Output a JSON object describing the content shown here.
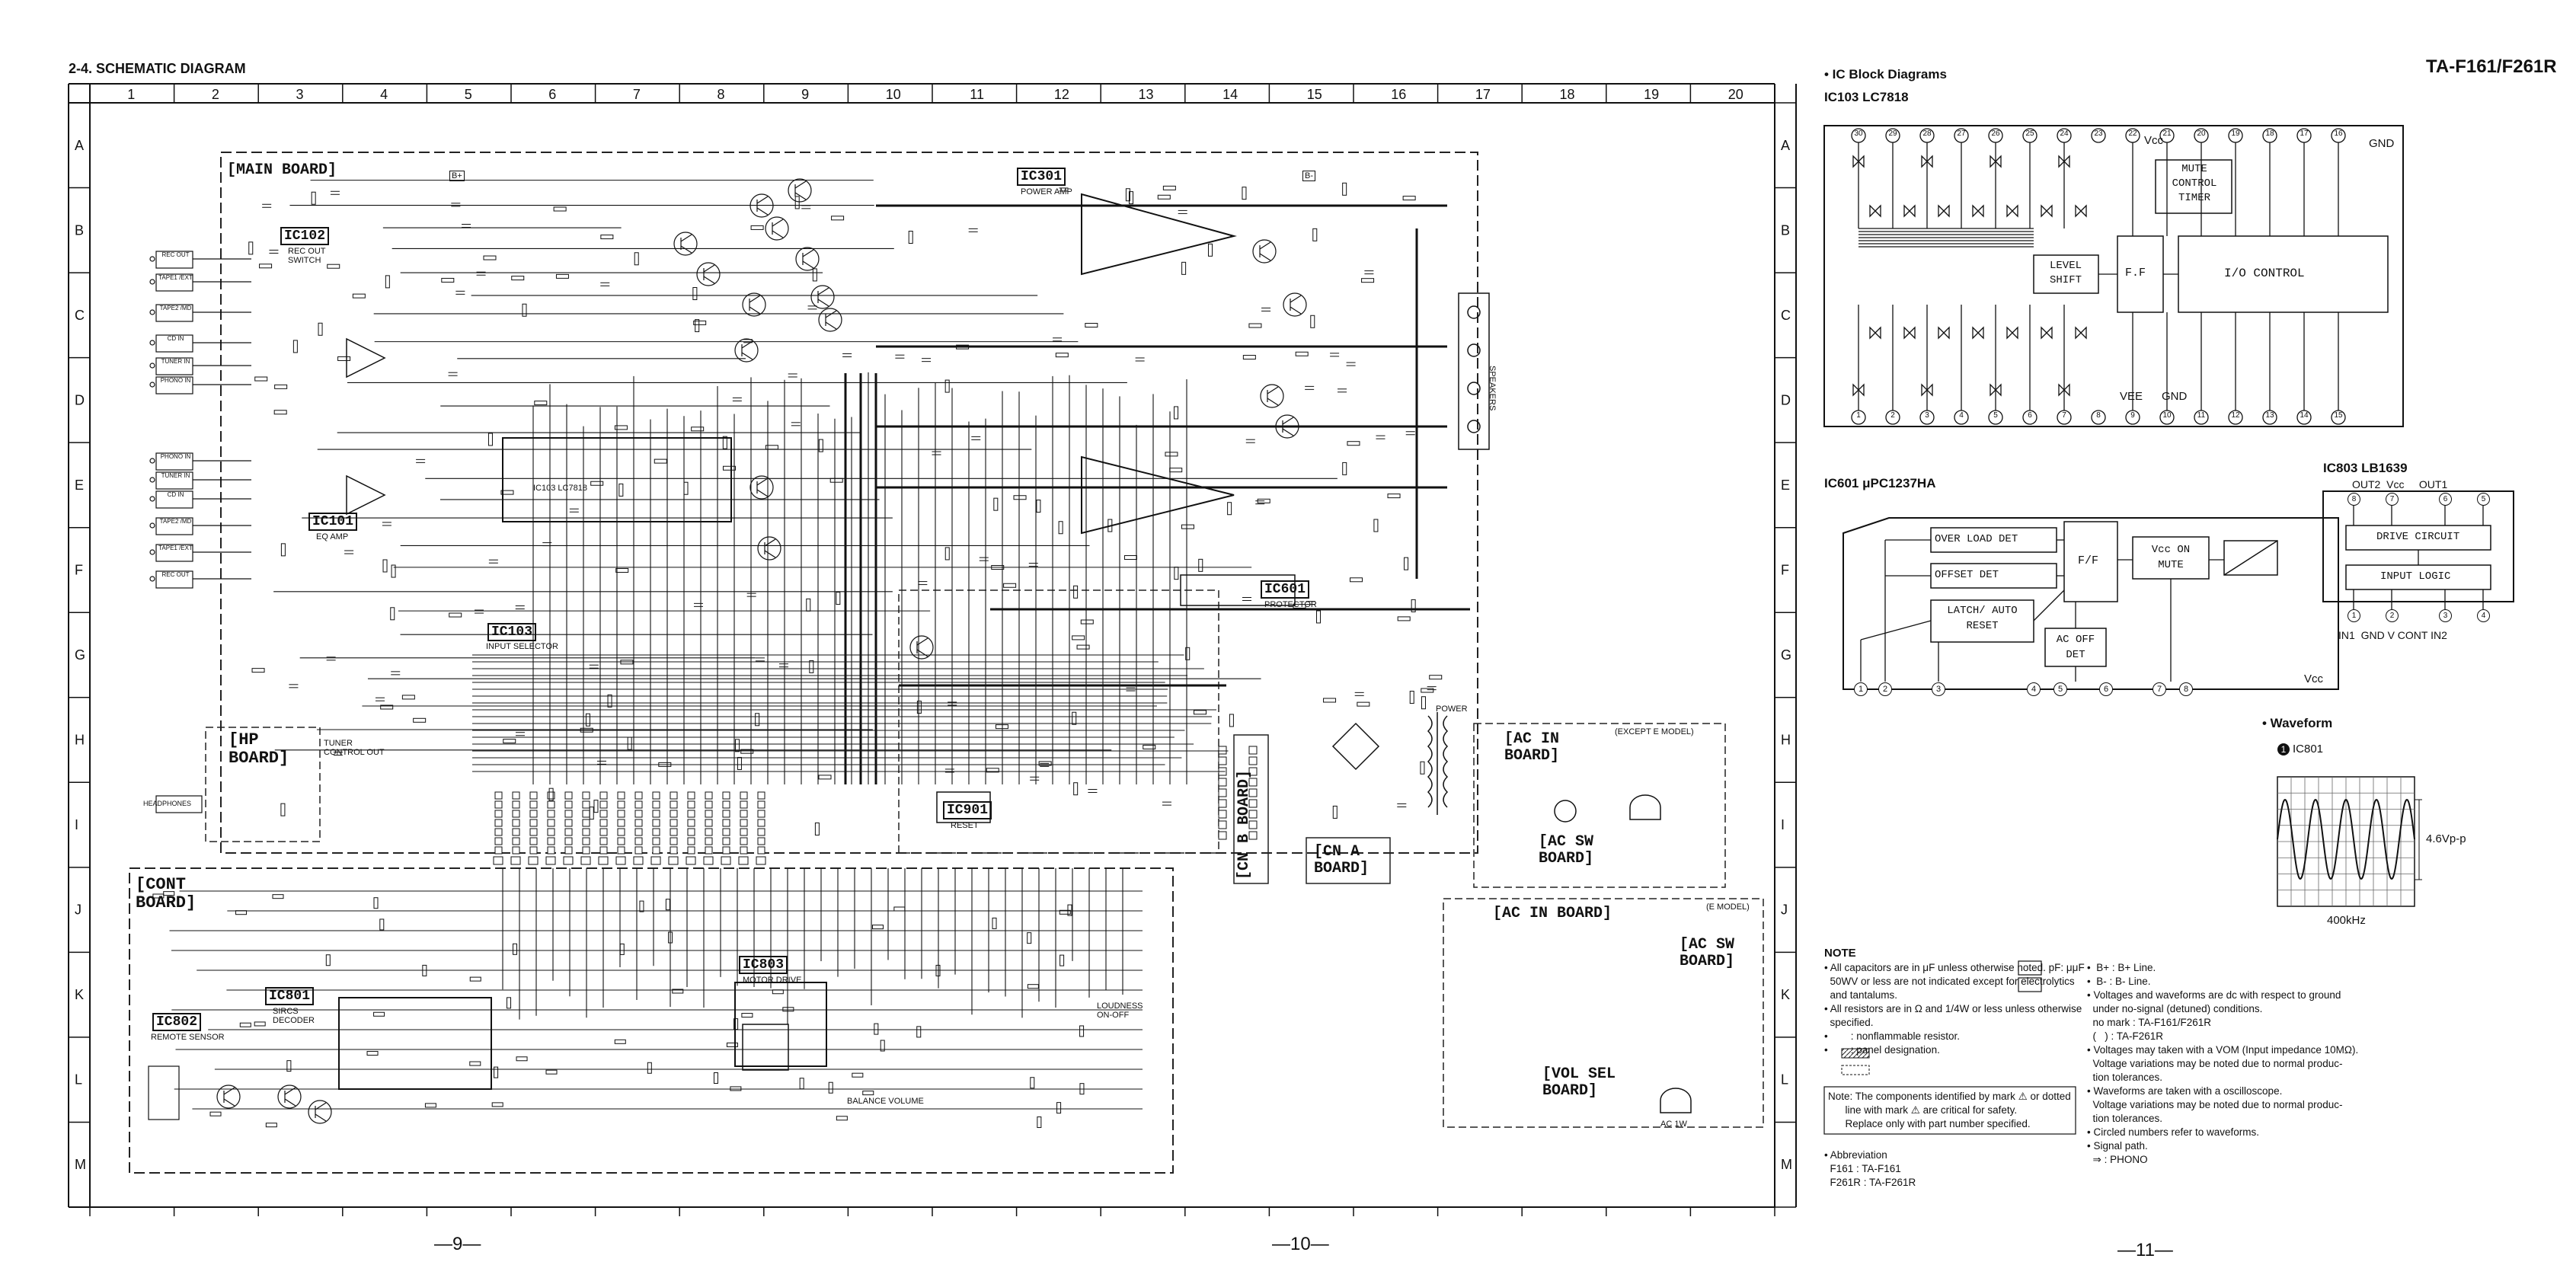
{
  "header": {
    "section": "2-4.  SCHEMATIC DIAGRAM",
    "model": "TA-F161/F261R"
  },
  "grid": {
    "columns": [
      "1",
      "2",
      "3",
      "4",
      "5",
      "6",
      "7",
      "8",
      "9",
      "10",
      "11",
      "12",
      "13",
      "14",
      "15",
      "16",
      "17",
      "18",
      "19",
      "20"
    ],
    "rows": [
      "A",
      "B",
      "C",
      "D",
      "E",
      "F",
      "G",
      "H",
      "I",
      "J",
      "K",
      "L",
      "M"
    ]
  },
  "boards": {
    "main": "[MAIN BOARD]",
    "hp": "[HP BOARD]",
    "cont": "[CONT BOARD]",
    "cn_b": "[CN B BOARD]",
    "cn_a": "[CN A BOARD]",
    "ac_in": "[AC IN BOARD]",
    "ac_sw": "[AC SW BOARD]",
    "ac_in_e": "[AC IN BOARD]",
    "ac_sw_e": "[AC SW BOARD]",
    "vol_sel": "[VOL SEL BOARD]",
    "except_e": "(EXCEPT E MODEL)",
    "e_model": "(E MODEL)"
  },
  "ics": {
    "ic102": "IC102",
    "ic102_sub": "REC OUT SWITCH",
    "ic101": "IC101",
    "ic101_sub": "EQ AMP",
    "ic103": "IC103",
    "ic103_sub": "INPUT SELECTOR",
    "ic301": "IC301",
    "ic301_sub": "POWER AMP",
    "ic601": "IC601",
    "ic601_sub": "PROTECTOR",
    "ic901": "IC901",
    "ic901_sub": "RESET",
    "ic801": "IC801",
    "ic801_sub": "SIRCS DECODER",
    "ic802": "IC802",
    "ic802_sub": "REMOTE SENSOR",
    "ic803": "IC803",
    "ic803_sub": "MOTOR DRIVE"
  },
  "jacks": [
    "REC OUT",
    "TAPE1 /EXT",
    "TAPE2 /MD",
    "CD IN",
    "TUNER IN",
    "PHONO IN",
    "PHONO IN",
    "TUNER IN",
    "CD IN",
    "TAPE2 /MD",
    "TAPE1 /EXT",
    "REC OUT"
  ],
  "misc_labels": {
    "speakers": "SPEAKERS",
    "headphones": "HEADPHONES",
    "power": "POWER",
    "ac_line": "AC 1W",
    "ic103_part": "IC103 LC7818",
    "balance": "BALANCE VOLUME",
    "loudness": "LOUDNESS ON-OFF",
    "tuner_ctrl": "TUNER CONTROL OUT",
    "ref_bp": "B+",
    "ref_bm": "B-"
  },
  "right": {
    "block_title": "• IC Block Diagrams",
    "ic103_title": "IC103  LC7818",
    "ic103_top_pins": [
      "30",
      "29",
      "28",
      "27",
      "26",
      "25",
      "24",
      "23",
      "22",
      "21",
      "20",
      "19",
      "18",
      "17",
      "16"
    ],
    "ic103_bot_pins": [
      "1",
      "2",
      "3",
      "4",
      "5",
      "6",
      "7",
      "8",
      "9",
      "10",
      "11",
      "12",
      "13",
      "14",
      "15"
    ],
    "ic103_vcc": "Vcc",
    "ic103_gnd_top": "GND",
    "ic103_vee": "VEE",
    "ic103_gnd_bot": "GND",
    "mute_timer": "MUTE CONTROL TIMER",
    "level_shift": "LEVEL SHIFT",
    "ff": "F.F",
    "io_control": "I/O  CONTROL",
    "ic601_title": "IC601   μPC1237HA",
    "overload": "OVER LOAD DET",
    "offset": "OFFSET DET",
    "latch": "LATCH/ AUTO RESET",
    "acoff": "AC OFF DET",
    "ff2": "F/F",
    "vccon": "Vcc ON MUTE",
    "ic601_vcc": "Vcc",
    "ic601_pins": [
      "1",
      "2",
      "3",
      "4",
      "5",
      "6",
      "7",
      "8"
    ],
    "ic803_title": "IC803   LB1639",
    "ic803_top": "OUT2  Vcc     OUT1",
    "drive": "DRIVE CIRCUIT",
    "input_logic": "INPUT LOGIC",
    "ic803_bottom": "IN1  GND V CONT IN2",
    "ic803_pins": [
      "8",
      "7",
      "6",
      "5",
      "1",
      "2",
      "3",
      "4"
    ],
    "waveform_title": "• Waveform",
    "wave_label": "IC801",
    "wave_amp": "4.6Vp-p",
    "wave_freq": "400kHz"
  },
  "notes": {
    "title": "NOTE",
    "left": [
      "• All capacitors are in μF unless otherwise noted. pF: μμF",
      "  50WV or less are not indicated except for electrolytics",
      "  and tantalums.",
      "• All resistors are in Ω and 1/4W or less unless otherwise",
      "  specified.",
      "•        : nonflammable resistor.",
      "•        : panel designation."
    ],
    "caution": [
      "Note: The components identified by mark ⚠ or dotted",
      "      line with mark ⚠ are critical for safety.",
      "      Replace only with part number specified."
    ],
    "abbrev": [
      "• Abbreviation",
      "  F161 : TA-F161",
      "  F261R : TA-F261R"
    ],
    "right": [
      "•  B+ : B+ Line.",
      "•  B- : B- Line.",
      "• Voltages and waveforms are dc with respect to ground",
      "  under no-signal (detuned) conditions.",
      "  no mark : TA-F161/F261R",
      "  (   ) : TA-F261R",
      "• Voltages may taken with a VOM (Input impedance 10MΩ).",
      "  Voltage variations may be noted due to normal produc-",
      "  tion tolerances.",
      "• Waveforms are taken with a oscilloscope.",
      "  Voltage variations may be noted due to normal produc-",
      "  tion tolerances.",
      "• Circled numbers refer to waveforms.",
      "• Signal path.",
      "  ⇒ : PHONO"
    ]
  },
  "pages": {
    "p9": "—9—",
    "p10": "—10—",
    "p11": "—11—"
  }
}
